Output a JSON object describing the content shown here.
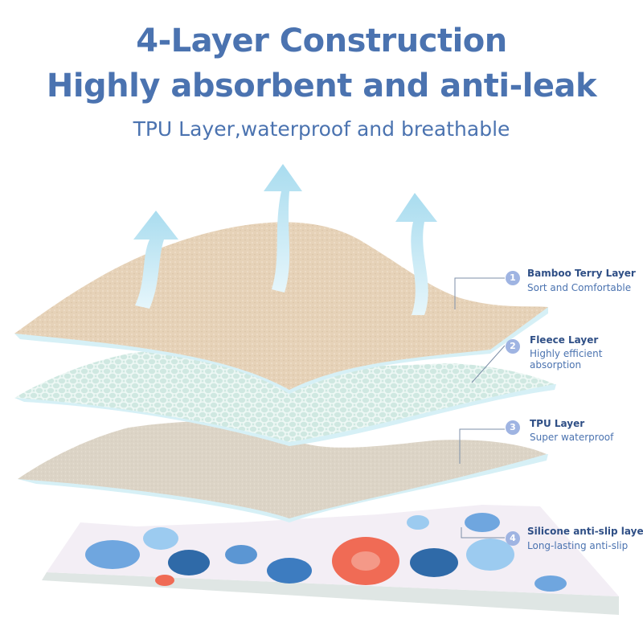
{
  "header": {
    "title_line1": "4-Layer Construction",
    "title_line2": "Highly absorbent and anti-leak",
    "subtitle": "TPU Layer,waterproof and breathable"
  },
  "colors": {
    "title": "#4b73b0",
    "badge": "#9fb4e2",
    "bamboo": "#e6d2b8",
    "fleece": "#cfe8e1",
    "tpu": "#dcd4c6",
    "edge": "#d6f0f6",
    "arrow": "#bfe6f5"
  },
  "layers": [
    {
      "number": "1",
      "name": "Bamboo Terry Layer",
      "description": "Sort and Comfortable"
    },
    {
      "number": "2",
      "name": "Fleece Layer",
      "description_lines": [
        "Highly efficient",
        "absorption"
      ]
    },
    {
      "number": "3",
      "name": "TPU Layer",
      "description": "Super waterproof"
    },
    {
      "number": "4",
      "name": "Silicone anti-slip layer",
      "description": "Long-lasting anti-slip"
    }
  ],
  "icons": [
    "breathable-arrow-icon"
  ]
}
